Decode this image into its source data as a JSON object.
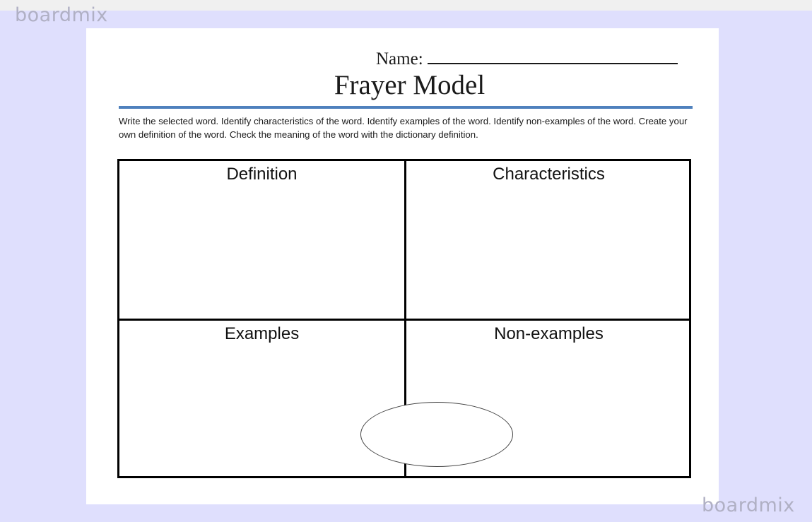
{
  "watermark": {
    "text": "boardmix"
  },
  "document": {
    "name_label": "Name:",
    "title": "Frayer Model",
    "instructions": "Write the selected word.  Identify characteristics of the word.  Identify examples of the word.  Identify non-examples of the word.  Create your own definition of the word.  Check the meaning of the word with the dictionary definition.",
    "accent_color": "#4f81bd",
    "quadrants": [
      {
        "label": "Definition"
      },
      {
        "label": "Characteristics"
      },
      {
        "label": "Examples"
      },
      {
        "label": "Non-examples"
      }
    ],
    "center_word": ""
  }
}
